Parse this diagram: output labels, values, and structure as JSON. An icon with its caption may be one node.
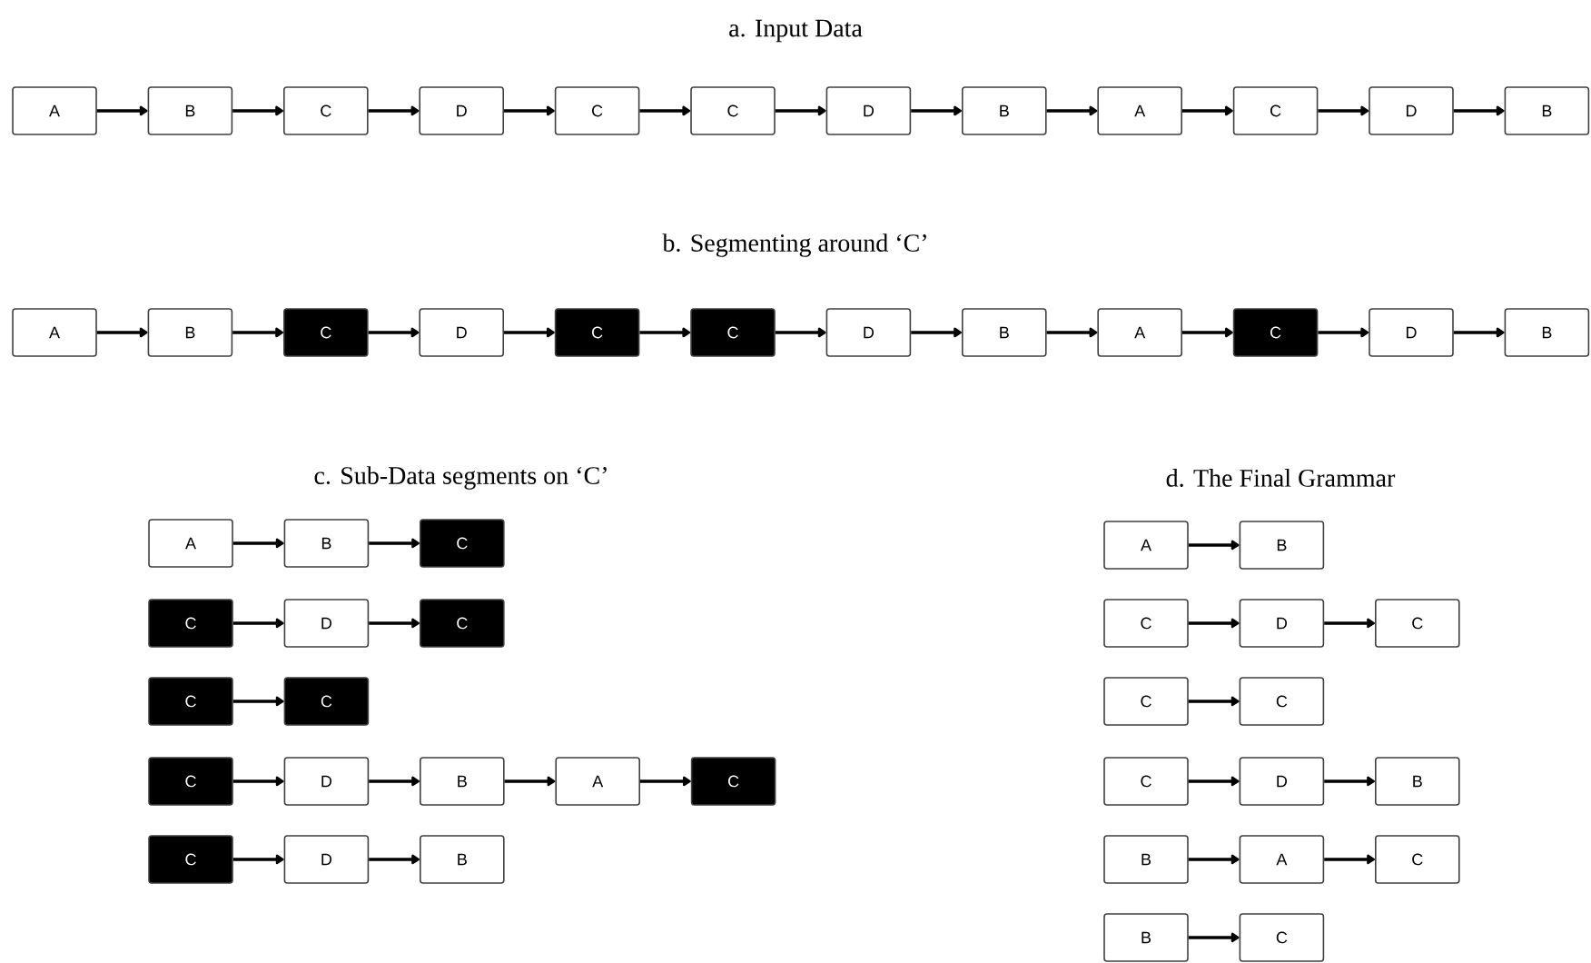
{
  "diagram": {
    "nodes": [
      {
        "text": [
          "A"
        ]
      },
      {
        "text": [
          "B"
        ]
      },
      {
        "text": [
          "C"
        ]
      },
      {
        "text": [
          "D"
        ]
      },
      {
        "text": [
          "C"
        ]
      },
      {
        "text": [
          "C"
        ]
      },
      {
        "text": [
          "D"
        ]
      },
      {
        "text": [
          "B"
        ]
      },
      {
        "text": [
          "A"
        ]
      },
      {
        "text": [
          "C"
        ]
      },
      {
        "text": [
          "D"
        ]
      },
      {
        "text": [
          "B"
        ]
      },
      {
        "text": [
          "A"
        ]
      },
      {
        "text": [
          "B"
        ]
      },
      {
        "text": [
          "C"
        ]
      },
      {
        "text": [
          "D"
        ]
      },
      {
        "text": [
          "C"
        ]
      },
      {
        "text": [
          "C"
        ]
      },
      {
        "text": [
          "D"
        ]
      },
      {
        "text": [
          "B"
        ]
      },
      {
        "text": [
          "A"
        ]
      },
      {
        "text": [
          "C"
        ]
      },
      {
        "text": [
          "D"
        ]
      },
      {
        "text": [
          "B"
        ]
      },
      {
        "text": [
          "A"
        ]
      },
      {
        "text": [
          "B"
        ]
      },
      {
        "text": [
          "C"
        ]
      },
      {
        "text": [
          "C"
        ]
      },
      {
        "text": [
          "D"
        ]
      },
      {
        "text": [
          "C"
        ]
      },
      {
        "text": [
          "C"
        ]
      },
      {
        "text": [
          "C"
        ]
      },
      {
        "text": [
          "C"
        ]
      },
      {
        "text": [
          "D"
        ]
      },
      {
        "text": [
          "B"
        ]
      },
      {
        "text": [
          "A"
        ]
      },
      {
        "text": [
          "C"
        ]
      },
      {
        "text": [
          "C"
        ]
      },
      {
        "text": [
          "D"
        ]
      },
      {
        "text": [
          "B"
        ]
      },
      {
        "text": [
          "A"
        ]
      },
      {
        "text": [
          "B"
        ]
      },
      {
        "text": [
          "C"
        ]
      },
      {
        "text": [
          "D"
        ]
      },
      {
        "text": [
          "C"
        ]
      },
      {
        "text": [
          "C"
        ]
      },
      {
        "text": [
          "C"
        ]
      },
      {
        "text": [
          "C"
        ]
      },
      {
        "text": [
          "D"
        ]
      },
      {
        "text": [
          "B"
        ]
      },
      {
        "text": [
          "B"
        ]
      },
      {
        "text": [
          "A"
        ]
      },
      {
        "text": [
          "C"
        ]
      },
      {
        "text": [
          "B"
        ]
      },
      {
        "text": [
          "C"
        ]
      }
    ],
    "edges": [
      {
        "from": 0,
        "to": 1,
        "arrow": "to"
      },
      {
        "from": 1,
        "to": 2,
        "arrow": "to"
      },
      {
        "from": 2,
        "to": 3,
        "arrow": "to"
      },
      {
        "from": 3,
        "to": 4,
        "arrow": "to"
      },
      {
        "from": 4,
        "to": 5,
        "arrow": "to"
      },
      {
        "from": 5,
        "to": 6,
        "arrow": "to"
      },
      {
        "from": 6,
        "to": 7,
        "arrow": "to"
      },
      {
        "from": 7,
        "to": 8,
        "arrow": "to"
      },
      {
        "from": 8,
        "to": 9,
        "arrow": "to"
      },
      {
        "from": 9,
        "to": 10,
        "arrow": "to"
      },
      {
        "from": 10,
        "to": 11,
        "arrow": "to"
      },
      {
        "from": 12,
        "to": 13,
        "arrow": "to"
      },
      {
        "from": 13,
        "to": 14,
        "arrow": "to"
      },
      {
        "from": 14,
        "to": 15,
        "arrow": "to"
      },
      {
        "from": 15,
        "to": 16,
        "arrow": "to"
      },
      {
        "from": 16,
        "to": 17,
        "arrow": "to"
      },
      {
        "from": 17,
        "to": 18,
        "arrow": "to"
      },
      {
        "from": 18,
        "to": 19,
        "arrow": "to"
      },
      {
        "from": 19,
        "to": 20,
        "arrow": "to"
      },
      {
        "from": 20,
        "to": 21,
        "arrow": "to"
      },
      {
        "from": 21,
        "to": 22,
        "arrow": "to"
      },
      {
        "from": 22,
        "to": 23,
        "arrow": "to"
      },
      {
        "from": 24,
        "to": 25,
        "arrow": "to"
      },
      {
        "from": 25,
        "to": 26,
        "arrow": "to"
      },
      {
        "from": 27,
        "to": 28,
        "arrow": "to"
      },
      {
        "from": 28,
        "to": 29,
        "arrow": "to"
      },
      {
        "from": 30,
        "to": 31,
        "arrow": "to"
      },
      {
        "from": 32,
        "to": 33,
        "arrow": "to"
      },
      {
        "from": 33,
        "to": 34,
        "arrow": "to"
      },
      {
        "from": 34,
        "to": 35,
        "arrow": "to"
      },
      {
        "from": 35,
        "to": 36,
        "arrow": "to"
      },
      {
        "from": 37,
        "to": 38,
        "arrow": "to"
      },
      {
        "from": 38,
        "to": 39,
        "arrow": "to"
      },
      {
        "from": 40,
        "to": 41,
        "arrow": "to"
      },
      {
        "from": 42,
        "to": 43,
        "arrow": "to"
      },
      {
        "from": 43,
        "to": 44,
        "arrow": "to"
      },
      {
        "from": 45,
        "to": 46,
        "arrow": "to"
      },
      {
        "from": 47,
        "to": 48,
        "arrow": "to"
      },
      {
        "from": 48,
        "to": 49,
        "arrow": "to"
      },
      {
        "from": 50,
        "to": 51,
        "arrow": "to"
      },
      {
        "from": 51,
        "to": 52,
        "arrow": "to"
      },
      {
        "from": 53,
        "to": 54,
        "arrow": "to"
      }
    ],
    "labels": [
      "a. Input Data",
      "b. Segmenting around ‘C’",
      "c. Sub-Data segments on ‘C’",
      "d. The Final Grammar"
    ]
  }
}
